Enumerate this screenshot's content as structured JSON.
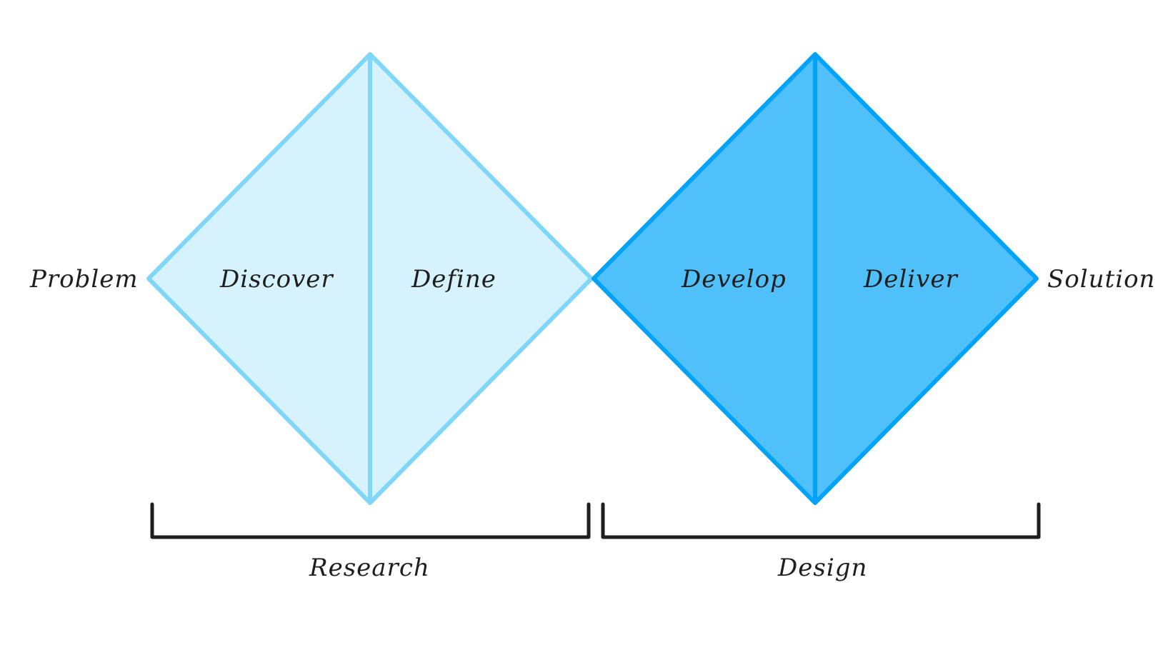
{
  "colors": {
    "research_fill": "#d6f3fd",
    "research_stroke": "#7fd6f9",
    "design_fill": "#50c0fb",
    "design_stroke": "#00a3f7",
    "bracket_stroke": "#1e1e1e",
    "text": "#1e1e1e"
  },
  "labels": {
    "problem": "Problem",
    "solution": "Solution",
    "discover": "Discover",
    "define": "Define",
    "develop": "Develop",
    "deliver": "Deliver",
    "research": "Research",
    "design": "Design"
  }
}
